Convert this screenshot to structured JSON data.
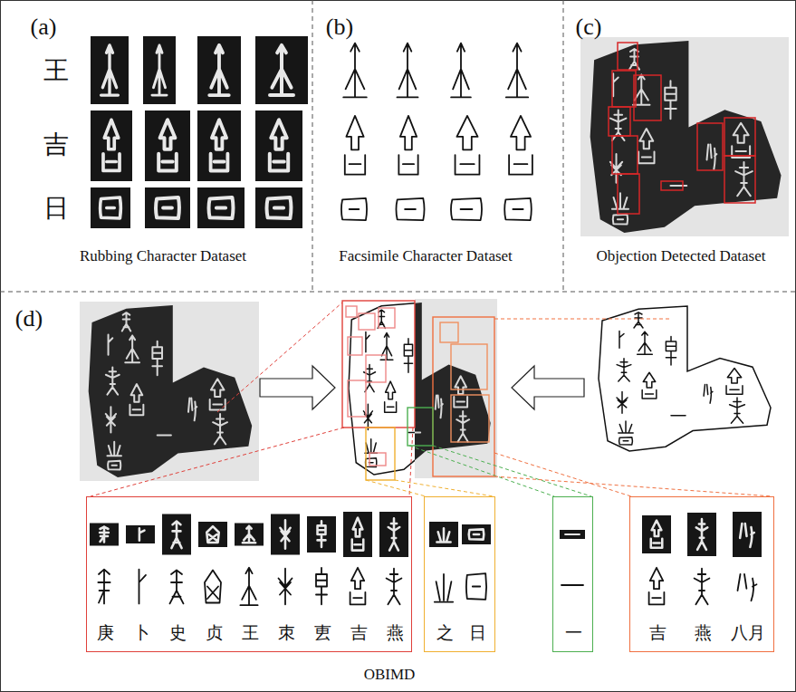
{
  "diagram": {
    "nodes": [
      {
        "text": [
          "(a)",
          "王",
          "吉",
          "日",
          "Rubbing Character Dataset"
        ]
      },
      {
        "text": [
          "(b)",
          "Facsimile Character Dataset"
        ]
      },
      {
        "text": [
          "(c)",
          "Objection Detected Dataset"
        ]
      },
      {
        "text": [
          "(d)",
          "OBIMD"
        ]
      },
      {
        "text": [
          "庚",
          "卜",
          "史",
          "贞",
          "王",
          "朿",
          "叀",
          "吉",
          "燕"
        ],
        "in": 3
      },
      {
        "text": [
          "之",
          "日"
        ],
        "in": 3
      },
      {
        "text": [
          "一"
        ],
        "in": 3
      },
      {
        "text": [
          "吉",
          "燕",
          "八月"
        ],
        "in": 3
      }
    ]
  }
}
